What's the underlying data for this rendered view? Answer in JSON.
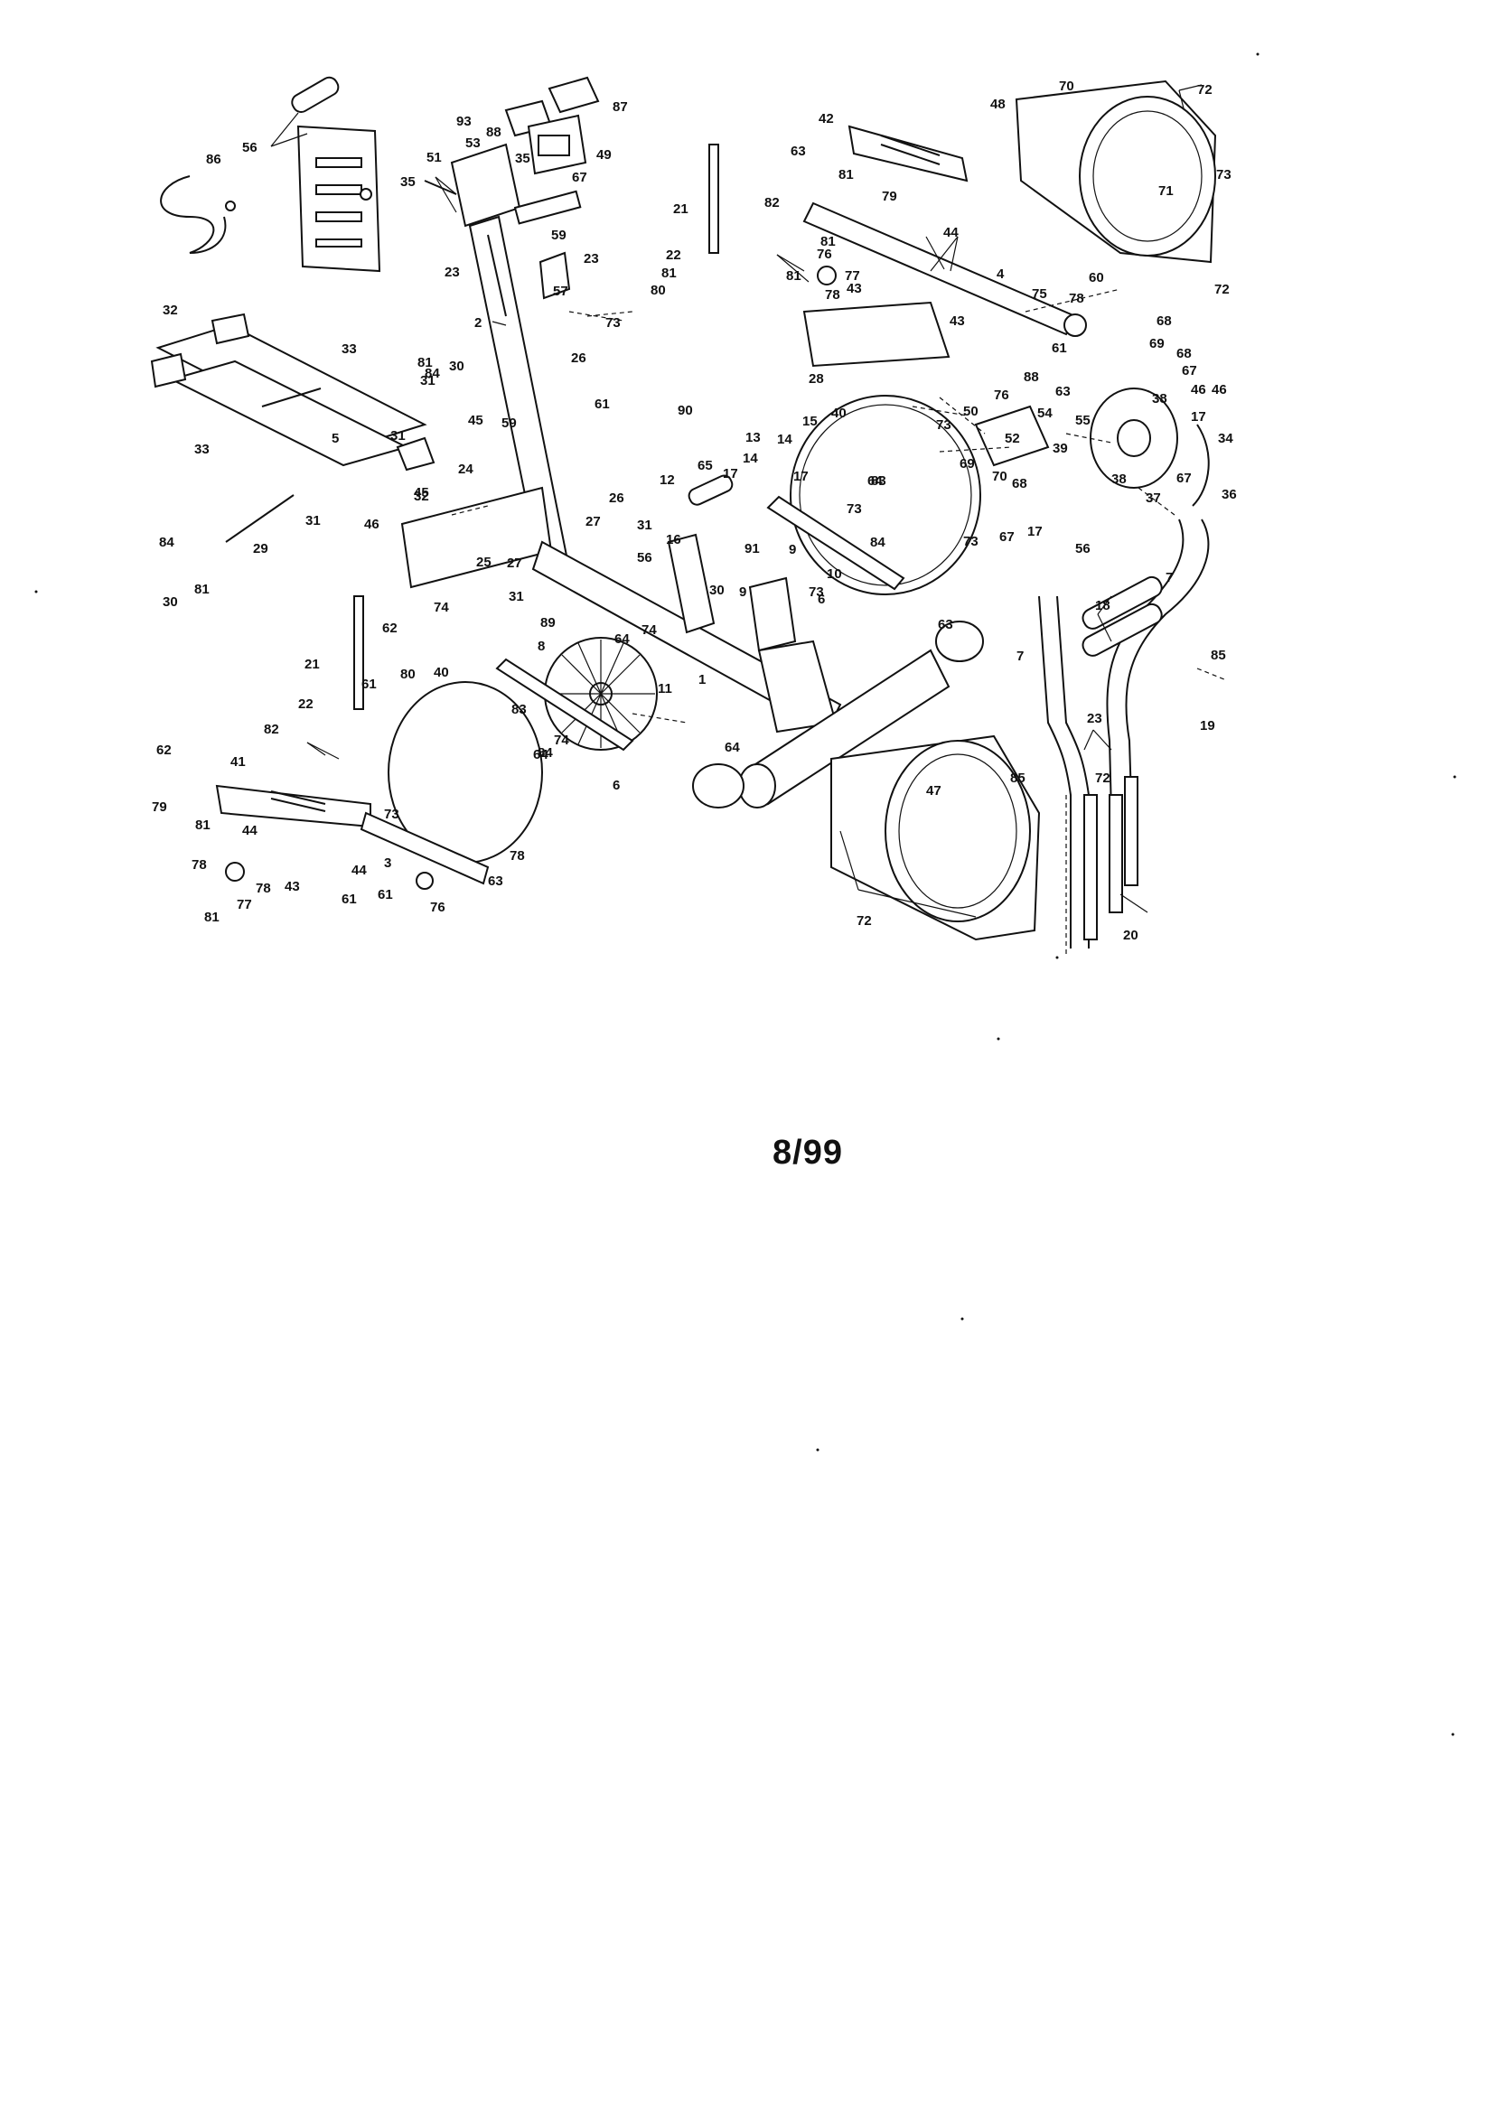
{
  "footer": {
    "date": "8/99"
  },
  "callouts": [
    {
      "label": "1"
    },
    {
      "label": "2"
    },
    {
      "label": "3"
    },
    {
      "label": "4"
    },
    {
      "label": "5"
    },
    {
      "label": "6"
    },
    {
      "label": "6"
    },
    {
      "label": "7"
    },
    {
      "label": "7"
    },
    {
      "label": "8"
    },
    {
      "label": "9"
    },
    {
      "label": "9"
    },
    {
      "label": "10"
    },
    {
      "label": "11"
    },
    {
      "label": "12"
    },
    {
      "label": "13"
    },
    {
      "label": "14"
    },
    {
      "label": "14"
    },
    {
      "label": "15"
    },
    {
      "label": "16"
    },
    {
      "label": "17"
    },
    {
      "label": "17"
    },
    {
      "label": "17"
    },
    {
      "label": "17"
    },
    {
      "label": "18"
    },
    {
      "label": "19"
    },
    {
      "label": "20"
    },
    {
      "label": "21"
    },
    {
      "label": "21"
    },
    {
      "label": "22"
    },
    {
      "label": "22"
    },
    {
      "label": "23"
    },
    {
      "label": "23"
    },
    {
      "label": "23"
    },
    {
      "label": "24"
    },
    {
      "label": "25"
    },
    {
      "label": "26"
    },
    {
      "label": "26"
    },
    {
      "label": "27"
    },
    {
      "label": "27"
    },
    {
      "label": "28"
    },
    {
      "label": "29"
    },
    {
      "label": "30"
    },
    {
      "label": "30"
    },
    {
      "label": "30"
    },
    {
      "label": "31"
    },
    {
      "label": "31"
    },
    {
      "label": "31"
    },
    {
      "label": "31"
    },
    {
      "label": "31"
    },
    {
      "label": "32"
    },
    {
      "label": "32"
    },
    {
      "label": "33"
    },
    {
      "label": "33"
    },
    {
      "label": "34"
    },
    {
      "label": "35"
    },
    {
      "label": "35"
    },
    {
      "label": "36"
    },
    {
      "label": "37"
    },
    {
      "label": "38"
    },
    {
      "label": "38"
    },
    {
      "label": "39"
    },
    {
      "label": "40"
    },
    {
      "label": "40"
    },
    {
      "label": "41"
    },
    {
      "label": "42"
    },
    {
      "label": "43"
    },
    {
      "label": "43"
    },
    {
      "label": "43"
    },
    {
      "label": "44"
    },
    {
      "label": "44"
    },
    {
      "label": "44"
    },
    {
      "label": "45"
    },
    {
      "label": "45"
    },
    {
      "label": "46"
    },
    {
      "label": "46"
    },
    {
      "label": "46"
    },
    {
      "label": "47"
    },
    {
      "label": "48"
    },
    {
      "label": "49"
    },
    {
      "label": "50"
    },
    {
      "label": "51"
    },
    {
      "label": "52"
    },
    {
      "label": "53"
    },
    {
      "label": "54"
    },
    {
      "label": "55"
    },
    {
      "label": "56"
    },
    {
      "label": "56"
    },
    {
      "label": "56"
    },
    {
      "label": "57"
    },
    {
      "label": "59"
    },
    {
      "label": "59"
    },
    {
      "label": "60"
    },
    {
      "label": "61"
    },
    {
      "label": "61"
    },
    {
      "label": "61"
    },
    {
      "label": "61"
    },
    {
      "label": "61"
    },
    {
      "label": "62"
    },
    {
      "label": "62"
    },
    {
      "label": "63"
    },
    {
      "label": "63"
    },
    {
      "label": "63"
    },
    {
      "label": "63"
    },
    {
      "label": "64"
    },
    {
      "label": "64"
    },
    {
      "label": "64"
    },
    {
      "label": "64"
    },
    {
      "label": "65"
    },
    {
      "label": "67"
    },
    {
      "label": "67"
    },
    {
      "label": "67"
    },
    {
      "label": "67"
    },
    {
      "label": "68"
    },
    {
      "label": "68"
    },
    {
      "label": "68"
    },
    {
      "label": "69"
    },
    {
      "label": "69"
    },
    {
      "label": "70"
    },
    {
      "label": "70"
    },
    {
      "label": "71"
    },
    {
      "label": "72"
    },
    {
      "label": "72"
    },
    {
      "label": "72"
    },
    {
      "label": "72"
    },
    {
      "label": "73"
    },
    {
      "label": "73"
    },
    {
      "label": "73"
    },
    {
      "label": "73"
    },
    {
      "label": "73"
    },
    {
      "label": "73"
    },
    {
      "label": "73"
    },
    {
      "label": "74"
    },
    {
      "label": "74"
    },
    {
      "label": "74"
    },
    {
      "label": "75"
    },
    {
      "label": "76"
    },
    {
      "label": "76"
    },
    {
      "label": "76"
    },
    {
      "label": "77"
    },
    {
      "label": "77"
    },
    {
      "label": "78"
    },
    {
      "label": "78"
    },
    {
      "label": "78"
    },
    {
      "label": "78"
    },
    {
      "label": "78"
    },
    {
      "label": "79"
    },
    {
      "label": "79"
    },
    {
      "label": "80"
    },
    {
      "label": "80"
    },
    {
      "label": "81"
    },
    {
      "label": "81"
    },
    {
      "label": "81"
    },
    {
      "label": "81"
    },
    {
      "label": "81"
    },
    {
      "label": "81"
    },
    {
      "label": "81"
    },
    {
      "label": "81"
    },
    {
      "label": "82"
    },
    {
      "label": "82"
    },
    {
      "label": "83"
    },
    {
      "label": "83"
    },
    {
      "label": "84"
    },
    {
      "label": "84"
    },
    {
      "label": "84"
    },
    {
      "label": "84"
    },
    {
      "label": "85"
    },
    {
      "label": "85"
    },
    {
      "label": "86"
    },
    {
      "label": "87"
    },
    {
      "label": "88"
    },
    {
      "label": "88"
    },
    {
      "label": "89"
    },
    {
      "label": "90"
    },
    {
      "label": "91"
    },
    {
      "label": "93"
    }
  ]
}
